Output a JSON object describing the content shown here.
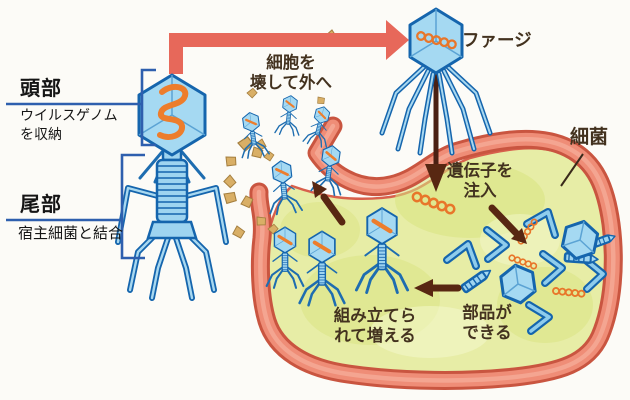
{
  "figure": "bacteriophage-life-cycle-diagram",
  "anatomy": {
    "head_label": "頭部",
    "head_desc": [
      "ウイルスゲノム",
      "を収納"
    ],
    "tail_label": "尾部",
    "tail_desc": "宿主細菌と結合"
  },
  "cycle": {
    "phage_label": "ファージ",
    "bacterium_label": "細菌",
    "inject_label": [
      "遺伝子を",
      "注入"
    ],
    "parts_label": [
      "部品が",
      "できる"
    ],
    "assemble_label": [
      "組み立てら",
      "れて増える"
    ],
    "escape_label": [
      "細胞を",
      "壊して外へ"
    ]
  },
  "steps_sequence": [
    "遺伝子を注入",
    "部品ができる",
    "組み立てられて増える",
    "細胞を壊して外へ"
  ],
  "colors": {
    "phage_blue": "#a5d9f2",
    "phage_outline": "#1565ad",
    "genome_orange": "#ed7d2c",
    "membrane_salmon": "#ef8d77",
    "membrane_edge": "#c95540",
    "cytoplasm_green": "#e7eda6",
    "patch_green": "#d9e37f",
    "cycle_arrow_red": "#e7685a",
    "step_arrow_brown": "#582712",
    "bracket_blue": "#2e5fae",
    "label_brown": "#43321f",
    "label_black": "#151515",
    "debris_tan": "#d9af66",
    "background": "#fcfbf7"
  }
}
